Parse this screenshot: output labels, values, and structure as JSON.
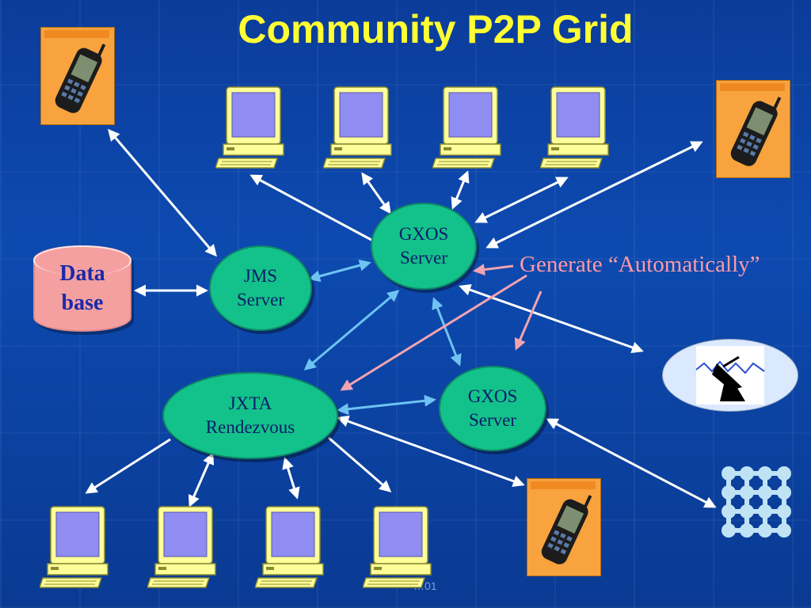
{
  "title": "Community P2P Grid",
  "nodes": {
    "gxos_top": {
      "line1": "GXOS",
      "line2": "Server"
    },
    "jms": {
      "line1": "JMS",
      "line2": "Server"
    },
    "jxta": {
      "line1": "JXTA",
      "line2": "Rendezvous"
    },
    "gxos_bottom": {
      "line1": "GXOS",
      "line2": "Server"
    }
  },
  "database": {
    "line1": "Data",
    "line2": "base"
  },
  "annotation": "Generate “Automatically”",
  "footer": "…01",
  "colors": {
    "node_fill": "#13c28a",
    "title": "#ffff33",
    "arrow_white": "#ffffff",
    "arrow_blue": "#6ec3f2",
    "arrow_pink": "#f2a3b0"
  }
}
